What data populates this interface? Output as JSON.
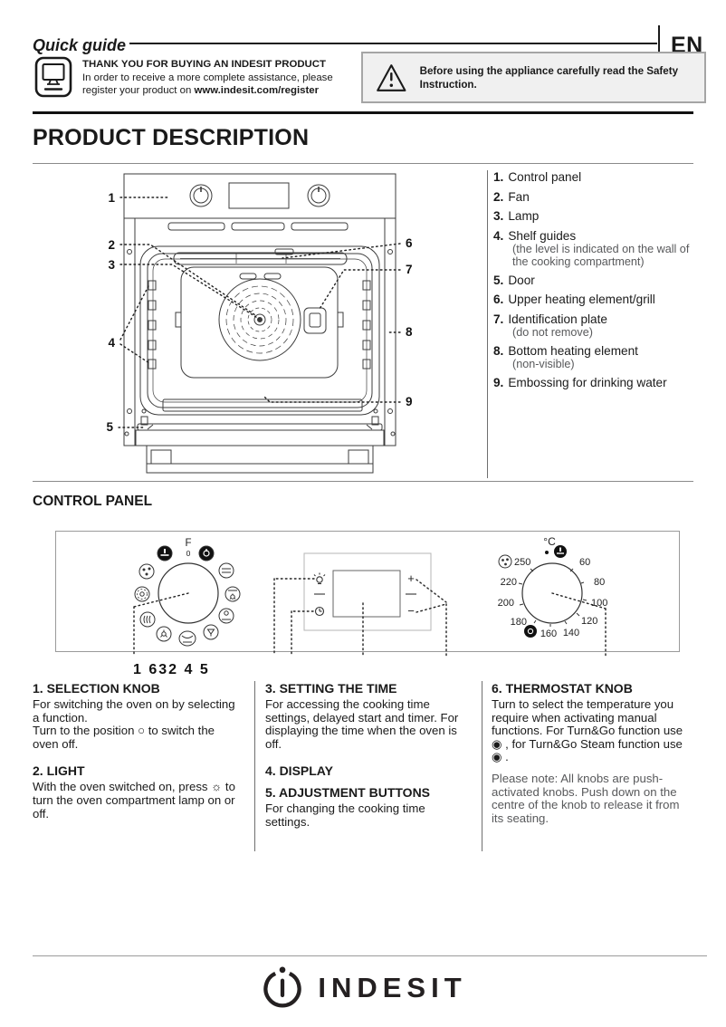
{
  "header": {
    "title": "Quick guide",
    "lang": "EN"
  },
  "intro": {
    "thanks_heading": "THANK YOU FOR BUYING AN INDESIT PRODUCT",
    "thanks_line1": "In order to receive a more complete assistance, please",
    "thanks_line2": "register your product on ",
    "thanks_link": "www.indesit.com/register",
    "warning_text": "Before using the appliance carefully read the Safety Instruction."
  },
  "icons": {
    "register_product": "computer-monitor-icon",
    "safety": "warning-triangle-icon",
    "lamp_button": "lamp-icon",
    "clock_button": "clock-icon",
    "brand_mark": "indesit-ring-i-icon"
  },
  "product_description": {
    "title": "PRODUCT DESCRIPTION",
    "callouts": [
      "1",
      "2",
      "3",
      "4",
      "5",
      "6",
      "7",
      "8",
      "9"
    ],
    "items": [
      {
        "num": "1.",
        "label": "Control panel",
        "note": ""
      },
      {
        "num": "2.",
        "label": "Fan",
        "note": ""
      },
      {
        "num": "3.",
        "label": "Lamp",
        "note": ""
      },
      {
        "num": "4.",
        "label": "Shelf guides",
        "note": "(the level is indicated on the wall of the cooking compartment)"
      },
      {
        "num": "5.",
        "label": "Door",
        "note": ""
      },
      {
        "num": "6.",
        "label": "Upper heating element/grill",
        "note": ""
      },
      {
        "num": "7.",
        "label": "Identification plate",
        "note": "(do not remove)"
      },
      {
        "num": "8.",
        "label": "Bottom heating element",
        "note": "(non-visible)"
      },
      {
        "num": "9.",
        "label": "Embossing for drinking water",
        "note": ""
      }
    ]
  },
  "control_panel": {
    "title": "CONTROL PANEL",
    "selection_knob": {
      "function_label": "F",
      "off_label": "0"
    },
    "display": {
      "plus": "+",
      "minus": "−"
    },
    "thermostat": {
      "unit": "°C",
      "temps": [
        "60",
        "80",
        "100",
        "120",
        "140",
        "160",
        "180",
        "200",
        "220",
        "250"
      ]
    },
    "caption": "1 632 4 5"
  },
  "sections": {
    "s1": {
      "heading": "1. SELECTION KNOB",
      "p1": "For switching the oven on by selecting a function.",
      "p2": "Turn to the position ○ to switch the oven off."
    },
    "s2": {
      "heading": "2. LIGHT",
      "p1": "With the oven switched on, press ☼ to turn the oven compartment lamp on or off."
    },
    "s3": {
      "heading": "3. SETTING THE TIME",
      "p1": "For accessing the cooking time settings, delayed start and timer. For displaying the time when the oven is off."
    },
    "s4": {
      "heading": "4. DISPLAY"
    },
    "s5": {
      "heading": "5. ADJUSTMENT BUTTONS",
      "p1": "For changing the cooking time settings."
    },
    "s6": {
      "heading": "6. THERMOSTAT KNOB",
      "p1": "Turn to select the temperature you require when activating manual functions. For Turn&Go function use ◉ , for Turn&Go Steam function use ◉ .",
      "note": "Please note: All knobs are push-activated knobs. Push down on the centre of the knob to release it from its seating."
    }
  },
  "footer": {
    "brand": "INDESIT"
  }
}
